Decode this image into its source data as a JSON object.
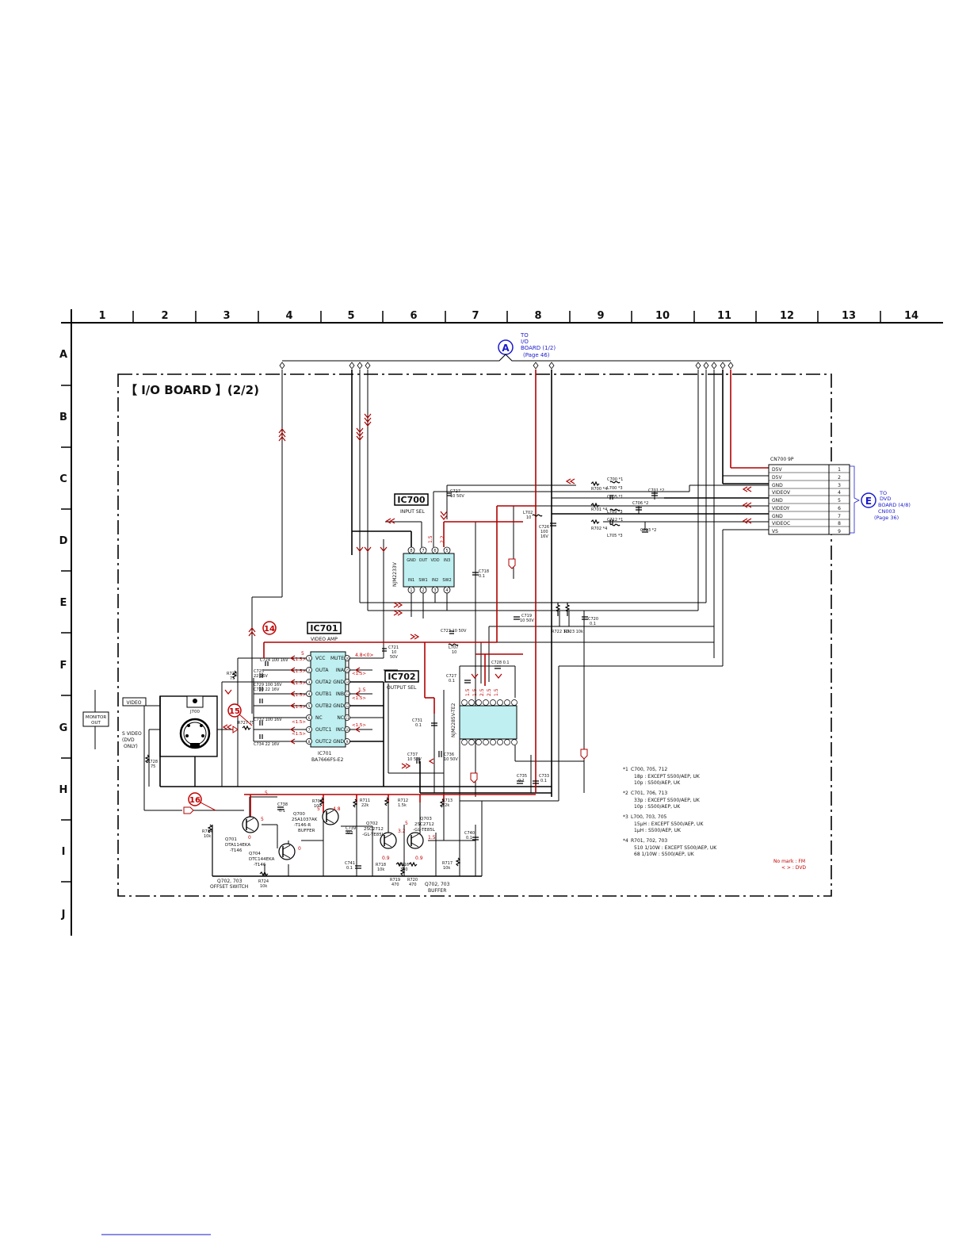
{
  "grid": {
    "columns": [
      "1",
      "2",
      "3",
      "4",
      "5",
      "6",
      "7",
      "8",
      "9",
      "10",
      "11",
      "12",
      "13",
      "14"
    ],
    "rows": [
      "A",
      "B",
      "C",
      "D",
      "E",
      "F",
      "G",
      "H",
      "I",
      "J"
    ]
  },
  "board_title": "【 I/O BOARD 】(2/2)",
  "connector_a": {
    "letter": "A",
    "lines": [
      "TO",
      "I/O",
      "BOARD (1/2)",
      "(Page 46)"
    ]
  },
  "connector_e": {
    "letter": "E",
    "lines": [
      "TO",
      "DVD",
      "BOARD (4/8)",
      "CN003",
      "(Page 36)"
    ]
  },
  "cn700": {
    "title": "CN700 9P",
    "pins": [
      {
        "name": "D5V",
        "num": "1"
      },
      {
        "name": "D5V",
        "num": "2"
      },
      {
        "name": "GND",
        "num": "3"
      },
      {
        "name": "VIDEOV",
        "num": "4"
      },
      {
        "name": "GND",
        "num": "5"
      },
      {
        "name": "VIDEOY",
        "num": "6"
      },
      {
        "name": "GND",
        "num": "7"
      },
      {
        "name": "VIDEOC",
        "num": "8"
      },
      {
        "name": "VS",
        "num": "9"
      }
    ]
  },
  "ic700": {
    "label": "IC700",
    "function": "INPUT SEL",
    "part": "NJM2233V",
    "pins_top": [
      "GND",
      "OUT",
      "VDD",
      "IN3"
    ],
    "pins_top_nums": [
      "8",
      "7",
      "6",
      "5"
    ],
    "pins_bottom": [
      "IN1",
      "SW1",
      "IN2",
      "SW2"
    ],
    "pins_bottom_nums": [
      "1",
      "2",
      "3",
      "4"
    ]
  },
  "ic701": {
    "label": "IC701",
    "function": "VIDEO AMP",
    "part": "IC701",
    "part2": "BA7666FS-E2",
    "pins_left": [
      "VCC",
      "OUTA",
      "OUTA2",
      "OUTB1",
      "OUTB2",
      "NC",
      "OUTC1",
      "OUTC2"
    ],
    "pins_left_nums": [
      "1",
      "2",
      "3",
      "4",
      "5",
      "6",
      "7",
      "8"
    ],
    "pins_right": [
      "MUTE",
      "INA",
      "GND",
      "INB",
      "GND",
      "NC",
      "INC",
      "GND"
    ],
    "pins_right_nums": [
      "16",
      "15",
      "14",
      "13",
      "12",
      "11",
      "10",
      "9"
    ]
  },
  "ic702": {
    "label": "IC702",
    "function": "OUTPUT SEL",
    "part": "NJM2285V-TE2",
    "pins_top": [
      "1.5",
      "1.5",
      "2.5",
      "2.5",
      "1.5"
    ]
  },
  "left_labels": {
    "monitor_out": [
      "MONITOR",
      "OUT"
    ],
    "video": "VIDEO",
    "svideo": [
      "S VIDEO",
      "(DVD",
      "ONLY)"
    ],
    "j700": "J700"
  },
  "transistors": [
    {
      "ref": "Q701",
      "part": [
        "DTA114EKA",
        "-T146"
      ]
    },
    {
      "ref": "Q704",
      "part": [
        "DTC144EKA",
        "-T146"
      ]
    },
    {
      "ref": "Q700",
      "part": [
        "2SA1037AK",
        "-T146-R"
      ],
      "role": "BUFFER"
    },
    {
      "ref": "Q702",
      "part": [
        "2SC2712",
        "-GL-TE85L"
      ]
    },
    {
      "ref": "Q703",
      "part": [
        "2SC2712",
        "-GL-TE85L"
      ]
    }
  ],
  "function_labels": {
    "offset_switch": [
      "Q702, 703",
      "OFFSET SWITCH"
    ],
    "buffer": [
      "Q702, 703",
      "BUFFER"
    ]
  },
  "waveform_refs": [
    "14",
    "15",
    "16"
  ],
  "notes": [
    {
      "mark": "*1",
      "lines": [
        "C700, 705, 712",
        "18p : EXCEPT S500/AEP, UK",
        "10p : S500/AEP, UK"
      ]
    },
    {
      "mark": "*2",
      "lines": [
        "C701, 706, 713",
        "33p : EXCEPT S500/AEP, UK",
        "10p : S500/AEP, UK"
      ]
    },
    {
      "mark": "*3",
      "lines": [
        "L700, 703, 705",
        "15μH : EXCEPT S500/AEP, UK",
        "1μH : S500/AEP, UK"
      ]
    },
    {
      "mark": "*4",
      "lines": [
        "R701, 702, 703",
        "510 1/10W : EXCEPT S500/AEP, UK",
        "68 1/10W : S500/AEP, UK"
      ]
    }
  ],
  "mode_note": [
    "No mark : FM",
    "< > : DVD"
  ],
  "components": {
    "c727": [
      "C727",
      "10 50V"
    ],
    "c718": [
      "C718",
      "0.1"
    ],
    "c719": [
      "C719",
      "10 50V"
    ],
    "c720": [
      "C720",
      "0.1"
    ],
    "c721": [
      "C721",
      "10",
      "50V"
    ],
    "c723": "C723 10 50V",
    "l707": [
      "L707",
      "10"
    ],
    "l702": [
      "L702",
      "10"
    ],
    "c726": [
      "C726",
      "100",
      "16V"
    ],
    "c728": "C728 0.1",
    "c727b": [
      "C727",
      "0.1"
    ],
    "r722": "R722 12k",
    "r723": "R723 10k",
    "c735": [
      "C735",
      "0.1"
    ],
    "c733": [
      "C733",
      "0.1"
    ],
    "c731": [
      "C731",
      "0.1"
    ],
    "c737": [
      "C737",
      "10 50V"
    ],
    "c736": [
      "C736",
      "10 50V"
    ],
    "c724": "C724 100 16V",
    "c725": [
      "C725",
      "22 16V"
    ],
    "c729": "C729 100 16V",
    "c730": "C730 22 16V",
    "c732": "C732 100 16V",
    "c734": "C734 22 16V",
    "r725": [
      "R725",
      "75"
    ],
    "r727": "R727 75",
    "r728": [
      "R728",
      "75"
    ],
    "r714": [
      "R714",
      "10k"
    ],
    "r724": [
      "R724",
      "10k"
    ],
    "c738": [
      "C738",
      "0.1"
    ],
    "r708": [
      "R708",
      "100"
    ],
    "c739": [
      "C739",
      "0.1"
    ],
    "r711": [
      "R711",
      "22k"
    ],
    "c741": [
      "C741",
      "0.1"
    ],
    "r712": [
      "R712",
      "1.5k"
    ],
    "r718": [
      "R718",
      "10k"
    ],
    "r716": [
      "R716",
      "330"
    ],
    "r719": [
      "R719",
      "470"
    ],
    "r720": [
      "R720",
      "470"
    ],
    "r713": [
      "R713",
      "22k"
    ],
    "r717": [
      "R717",
      "10k"
    ],
    "c740": [
      "C740",
      "0.1"
    ],
    "r700": "R700 *4",
    "r701": "R701 *4",
    "r702": "R702 *4",
    "c700": "C700 *1",
    "c701": "C701 *2",
    "c705": "C705 *1",
    "c706": "C706 *2",
    "c712": "C712 *1",
    "c713": "C713 *2",
    "l700": "L700 *3",
    "l703": "L703 *3",
    "l705": "L705 *3"
  },
  "voltages": {
    "ic700_v1": "1.5",
    "ic700_v2": "2.2",
    "ic701_mute": "4.8<0>",
    "ic701_out": "<1.5>",
    "ic701_v5": "5",
    "ic702_in": "1.5",
    "q701_v": "5",
    "q701_b": "0",
    "q704_v": "0",
    "q700_v": "5",
    "q700_e": "4.8",
    "q702_v": "3.2",
    "q703_v": "5",
    "q703_e": "1.5",
    "q702_e": "0.9",
    "q703_b": "0.9",
    "r711_v": "5"
  }
}
